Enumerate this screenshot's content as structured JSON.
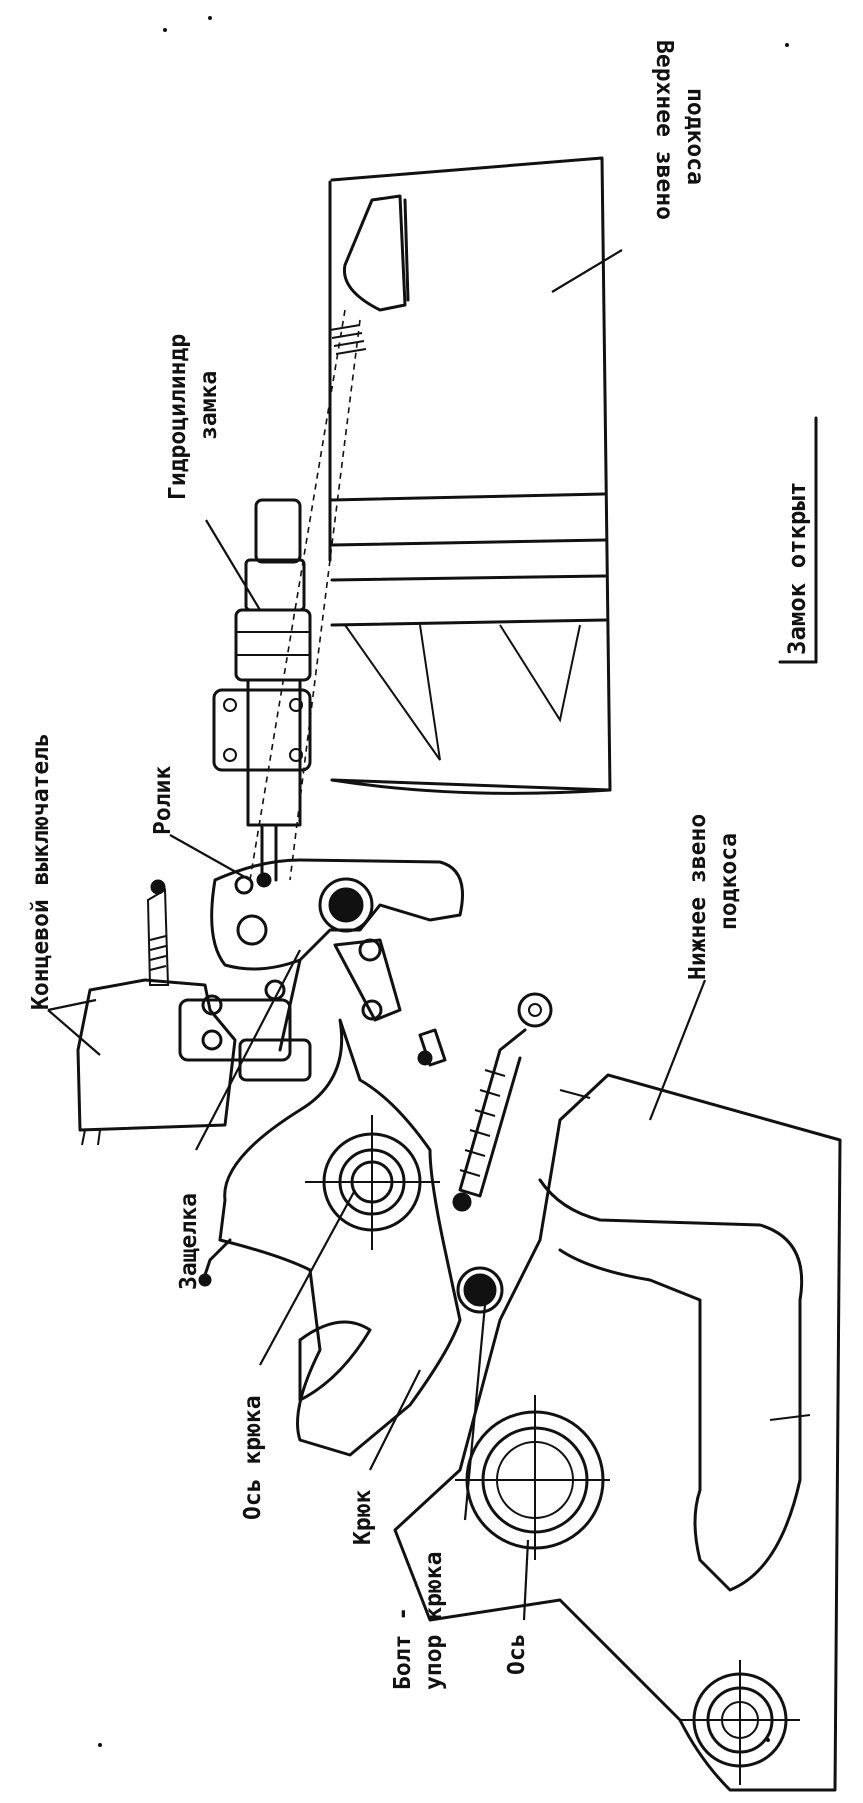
{
  "labels": {
    "upper_link": [
      "Верхнее звено",
      "подкоса"
    ],
    "lock_cylinder": [
      "Гидроцилиндр",
      "замка"
    ],
    "roller": "Ролик",
    "limit_switch": "Концевой выключатель",
    "lower_link": [
      "Нижнее звено",
      "подкоса"
    ],
    "latch": "Защелка",
    "hook_axle": "Ось крюка",
    "hook": "Крюк",
    "hook_stop_bolt": [
      "Болт -",
      "упор крюка"
    ],
    "axle": "Ось"
  },
  "status": "Замок открыт"
}
